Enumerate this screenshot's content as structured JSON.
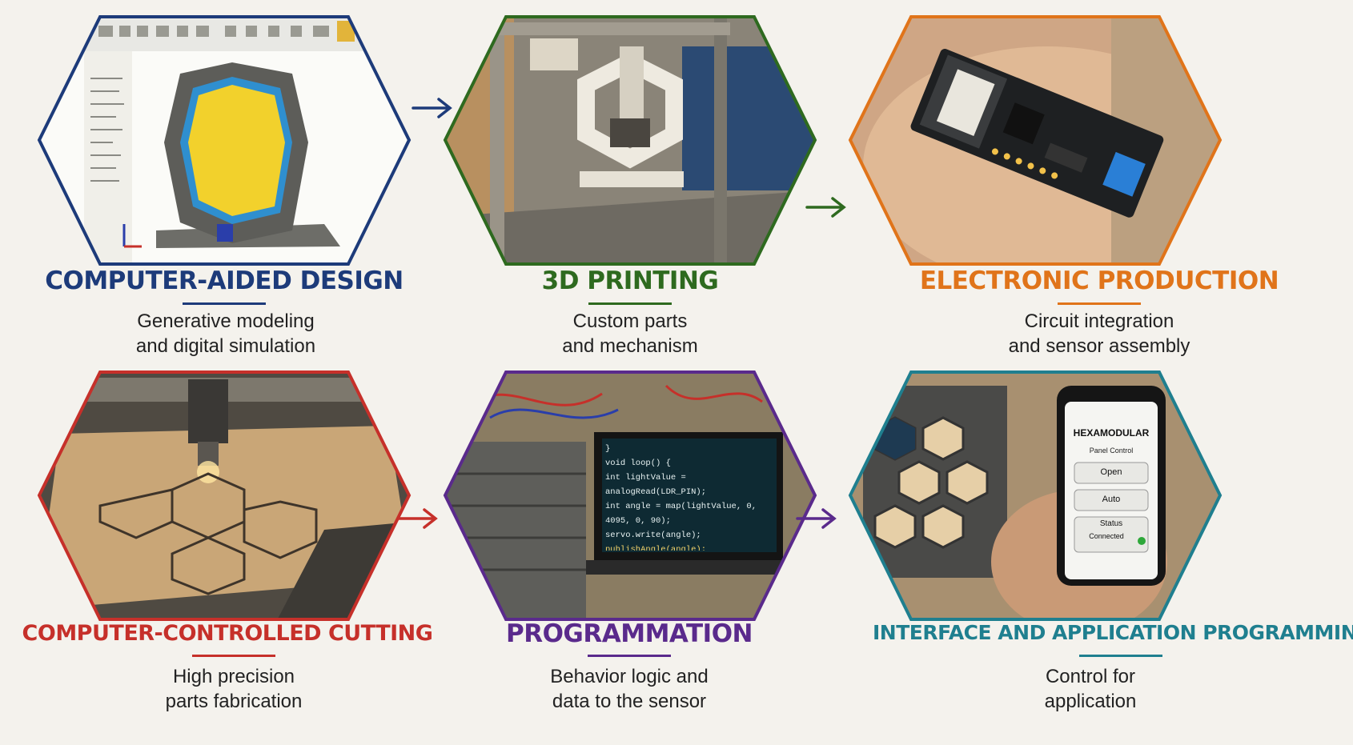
{
  "colors": {
    "cad": "#1d3b7a",
    "printing": "#2e6a1f",
    "electronic": "#e0741a",
    "cutting": "#c6302a",
    "programming": "#5a2a8c",
    "interface": "#1f7f8f"
  },
  "steps": [
    {
      "title": "COMPUTER-AIDED DESIGN",
      "desc1": "Generative modeling",
      "desc2": "and digital simulation"
    },
    {
      "title": "3D PRINTING",
      "desc1": "Custom parts",
      "desc2": "and mechanism"
    },
    {
      "title": "ELECTRONIC PRODUCTION",
      "desc1": "Circuit integration",
      "desc2": "and sensor assembly"
    },
    {
      "title": "COMPUTER-CONTROLLED CUTTING",
      "desc1": "High precision",
      "desc2": "parts fabrication"
    },
    {
      "title": "PROGRAMMATION",
      "desc1": "Behavior logic and",
      "desc2": "data to the sensor"
    },
    {
      "title": "INTERFACE AND APPLICATION PROGRAMMING",
      "desc1": "Control for",
      "desc2": "application"
    }
  ],
  "code": {
    "l1": "}",
    "l2": "void loop() {",
    "l3": "int lightValue = analogRead(LDR_PIN);",
    "l4": "int angle = map(lightValue, 0, 4095, 0, 90);",
    "l5": "servo.write(angle);",
    "l6": "publishAngle(angle);",
    "l7": "}"
  },
  "phone": {
    "app_title": "HEXAMODULAR",
    "subtitle": "Panel Control",
    "btn_open": "Open",
    "btn_auto": "Auto",
    "status_label": "Status",
    "status_value": "Connected"
  },
  "icons": {
    "arrow": "arrow-right-icon"
  }
}
